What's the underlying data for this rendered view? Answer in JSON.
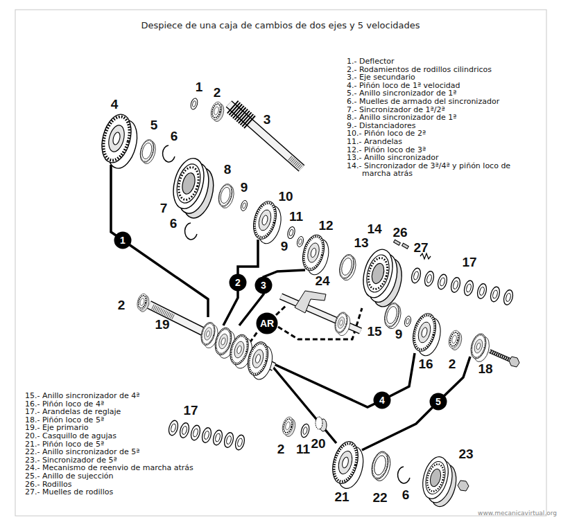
{
  "diagram": {
    "title": "Despiece de una caja de cambios de dos ejes y 5 velocidades",
    "nodes": [
      {
        "text": [
          "1"
        ]
      },
      {
        "text": [
          "2"
        ]
      },
      {
        "text": [
          "3"
        ]
      },
      {
        "text": [
          "AR"
        ]
      },
      {
        "text": [
          "4"
        ]
      },
      {
        "text": [
          "5"
        ]
      }
    ],
    "labels": [
      "1.- Deflector",
      "2.- Rodamientos de rodillos cilindricos",
      "3.- Eje secundario",
      "4.- Piñón loco de 1ª velocidad",
      "5.- Anillo sincronizador de 1ª",
      "6.- Muelles de armado del sincronizador",
      "7.- Sincronizador de 1ª/2ª",
      "8.- Anillo sincronizador de 1ª",
      "9.- Distanciadores",
      "10.- Piñón loco de 2ª",
      "11.- Arandelas",
      "12.- Piñón loco de 3ª",
      "13.- Anillo sincronizador",
      "14.- Sincronizador de 3ª/4ª y piñón loco de marcha atrás",
      "1",
      "2",
      "3",
      "4",
      "5",
      "6",
      "7",
      "8",
      "6",
      "9",
      "10",
      "11",
      "12",
      "9",
      "13",
      "14",
      "26",
      "27",
      "17",
      "24",
      "2",
      "19",
      "15",
      "9",
      "16",
      "2",
      "18",
      "17",
      "2",
      "11",
      "20",
      "21",
      "22",
      "6",
      "23",
      "15.- Anillo sincronizador de 4ª",
      "16.- Piñón loco de 4ª",
      "17.- Arandelas de reglaje",
      "18.- Piñón loco de 5ª",
      "19.- Eje primario",
      "20.- Casquillo de agujas",
      "21.- Piñón loco de 5ª",
      "22.- Anillo sincronizador de 5ª",
      "23.- Sincronizador de 5ª",
      "24.- Mecanismo de reenvio de marcha atrás",
      "25.- Anillo de sujección",
      "26.- Rodillos",
      "27.- Muelles de rodillos",
      "www.mecanicavirtual.org"
    ]
  }
}
